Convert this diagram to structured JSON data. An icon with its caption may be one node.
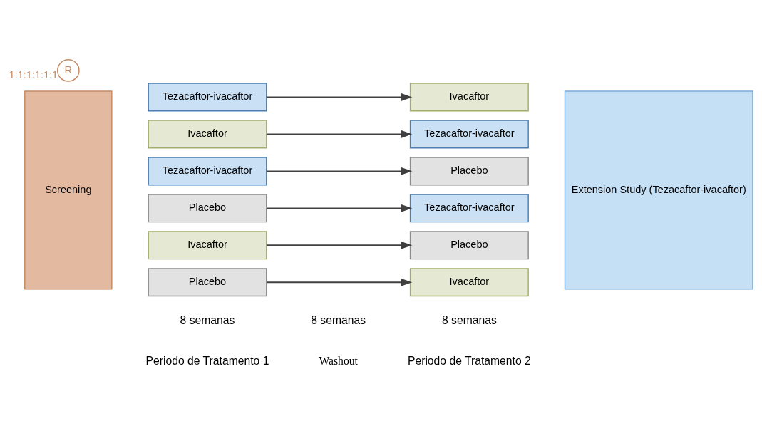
{
  "diagram": {
    "nodes": [
      {
        "text": [
          "Screening"
        ]
      },
      {
        "text": [
          "R"
        ],
        "beside": [
          "1:1:1:1:1:1"
        ]
      },
      {
        "text": [
          "Tezacaftor-ivacaftor"
        ]
      },
      {
        "text": [
          "Ivacaftor"
        ]
      },
      {
        "text": [
          "Ivacaftor"
        ]
      },
      {
        "text": [
          "Tezacaftor-ivacaftor"
        ]
      },
      {
        "text": [
          "Tezacaftor-ivacaftor"
        ]
      },
      {
        "text": [
          "Placebo"
        ]
      },
      {
        "text": [
          "Placebo"
        ]
      },
      {
        "text": [
          "Tezacaftor-ivacaftor"
        ]
      },
      {
        "text": [
          "Ivacaftor"
        ]
      },
      {
        "text": [
          "Placebo"
        ]
      },
      {
        "text": [
          "Placebo"
        ]
      },
      {
        "text": [
          "Ivacaftor"
        ]
      },
      {
        "text": [
          "Extension Study (Tezacaftor-ivacaftor)"
        ]
      }
    ],
    "edges": [
      {
        "from": 2,
        "to": 3,
        "arrow": "to"
      },
      {
        "from": 4,
        "to": 5,
        "arrow": "to"
      },
      {
        "from": 6,
        "to": 7,
        "arrow": "to"
      },
      {
        "from": 8,
        "to": 9,
        "arrow": "to"
      },
      {
        "from": 10,
        "to": 11,
        "arrow": "to"
      },
      {
        "from": 12,
        "to": 13,
        "arrow": "to"
      }
    ],
    "labels": [
      "8 semanas",
      "8 semanas",
      "8 semanas",
      "Periodo de Tratamento 1",
      "Washout",
      "Periodo de Tratamento 2"
    ]
  }
}
